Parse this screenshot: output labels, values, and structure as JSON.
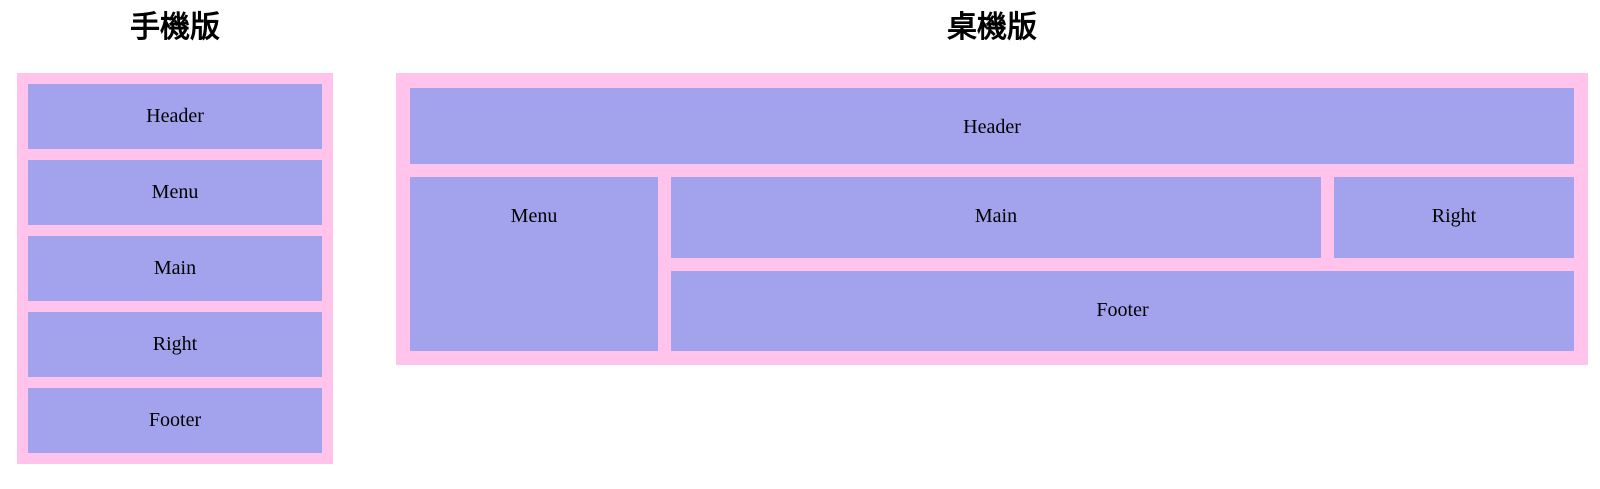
{
  "colors": {
    "page-bg": "#ffffff",
    "container-pink": "#ffc3ec",
    "box-purple": "#a3a2ec",
    "label-text": "#000000",
    "title-text": "#000000"
  },
  "mobile": {
    "title": "手機版",
    "sections": [
      "Header",
      "Menu",
      "Main",
      "Right",
      "Footer"
    ]
  },
  "desktop": {
    "title": "桌機版",
    "sections": {
      "header": "Header",
      "menu": "Menu",
      "main": "Main",
      "right": "Right",
      "footer": "Footer"
    }
  }
}
